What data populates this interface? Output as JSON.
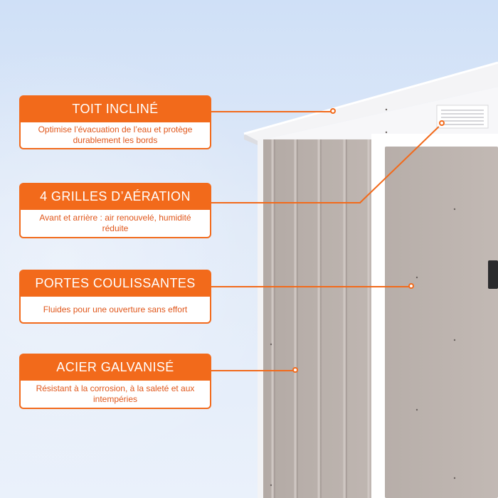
{
  "callouts": [
    {
      "title": "TOIT INCLINÉ",
      "text": "Optimise l’évacuation de l’eau et protège durablement les bords"
    },
    {
      "title": "4 GRILLES D’AÉRATION",
      "text": "Avant et arrière : air renouvelé, humidité réduite"
    },
    {
      "title": "PORTES COULISSANTES",
      "text": "Fluides pour une ouverture sans effort"
    },
    {
      "title": "ACIER GALVANISÉ",
      "text": "Résistant à la corrosion, à la saleté et aux intempéries"
    }
  ],
  "colors": {
    "accent": "#f26a1b",
    "shed_panel": "#b9afaa",
    "shed_trim": "#ffffff",
    "background": "#dfe9f8"
  }
}
